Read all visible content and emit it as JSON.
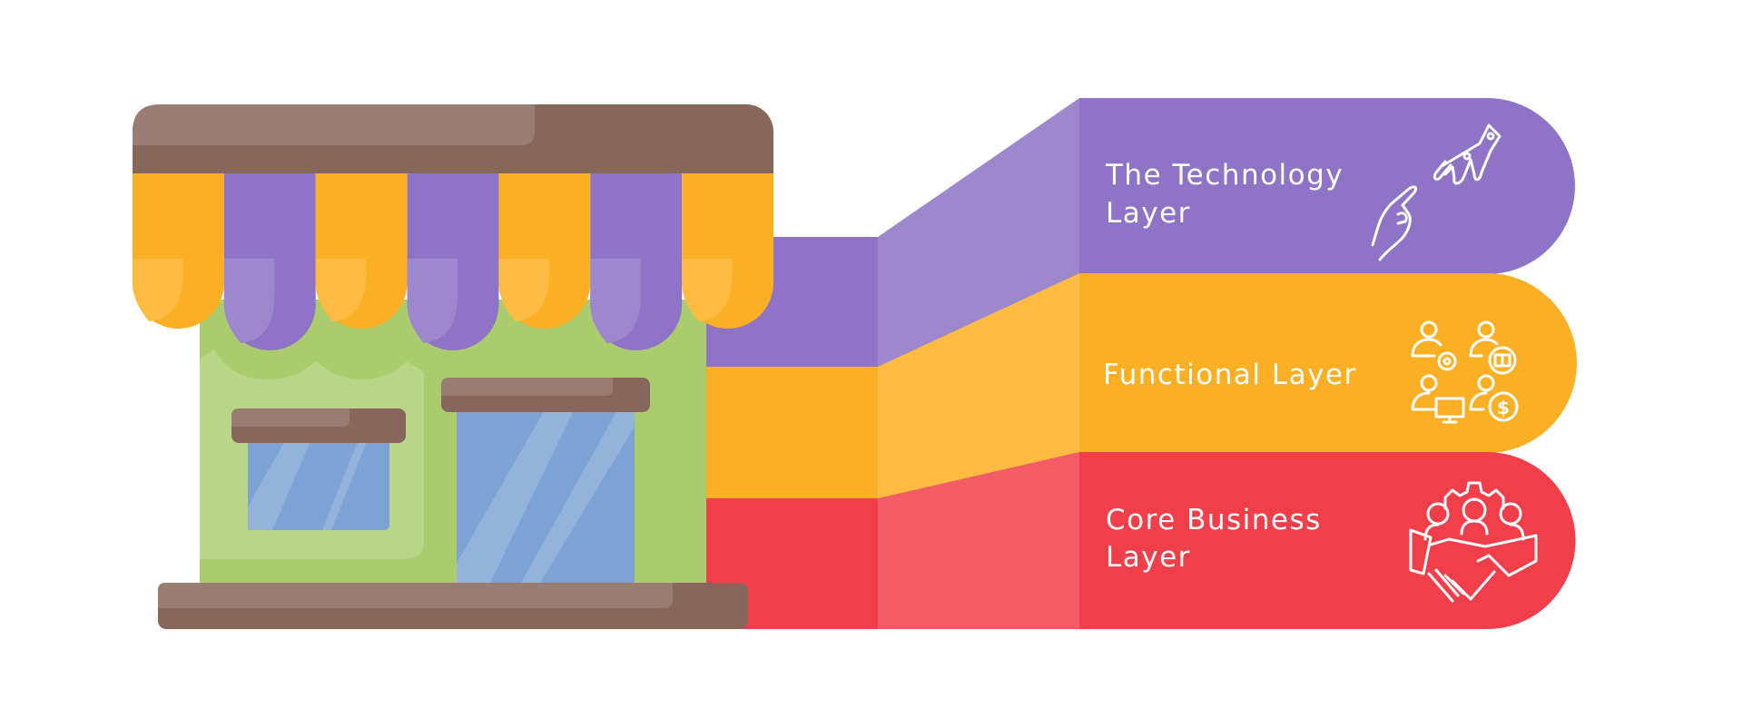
{
  "layers": [
    {
      "line1": "The Technology",
      "line2": "Layer",
      "color": "#8e73c6",
      "slant_color": "#9d87cd",
      "icon": "robot-human-hand-icon"
    },
    {
      "line1": "Functional Layer",
      "color": "#fbaf24",
      "slant_color": "#fdbb42",
      "icon": "team-roles-icon"
    },
    {
      "line1": "Core Business",
      "line2": "Layer",
      "color": "#f03f4b",
      "slant_color": "#f35c66",
      "icon": "handshake-gear-team-icon"
    }
  ],
  "store": {
    "awning_brown": "#87675c",
    "awning_brown_light": "#9a7d72",
    "wall_green": "#abcc6d",
    "wall_green_light": "#b9d587",
    "glass": "#7ca3d4",
    "glass_light": "#94b3da"
  }
}
